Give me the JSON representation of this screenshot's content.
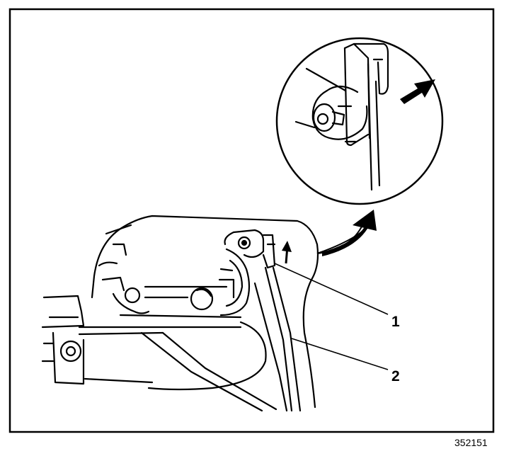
{
  "figure": {
    "callouts": [
      {
        "id": "1",
        "label": "1"
      },
      {
        "id": "2",
        "label": "2"
      }
    ],
    "figure_number": "352151",
    "colors": {
      "ink": "#000000",
      "paper": "#ffffff"
    },
    "arrows": [
      "direction-arrow-detail",
      "up-arrow",
      "curved-arrow-to-detail"
    ]
  }
}
